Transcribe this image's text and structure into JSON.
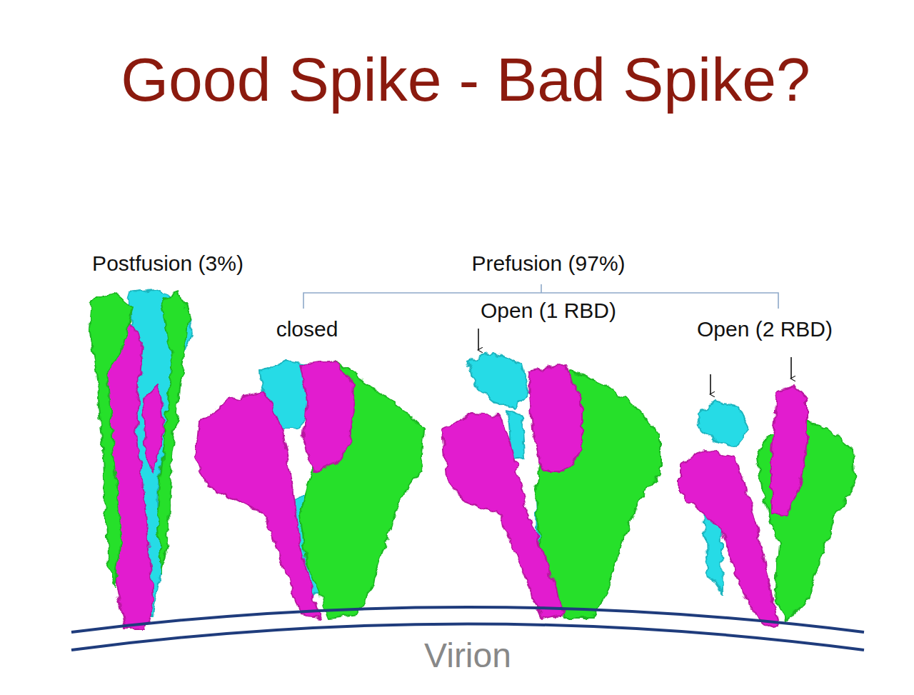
{
  "diagram": {
    "title": "Good Spike - Bad Spike?",
    "labels": [
      "Postfusion (3%)",
      "Prefusion (97%)",
      "closed",
      "Open (1 RBD)",
      "Open (2 RBD)",
      "Virion"
    ]
  }
}
